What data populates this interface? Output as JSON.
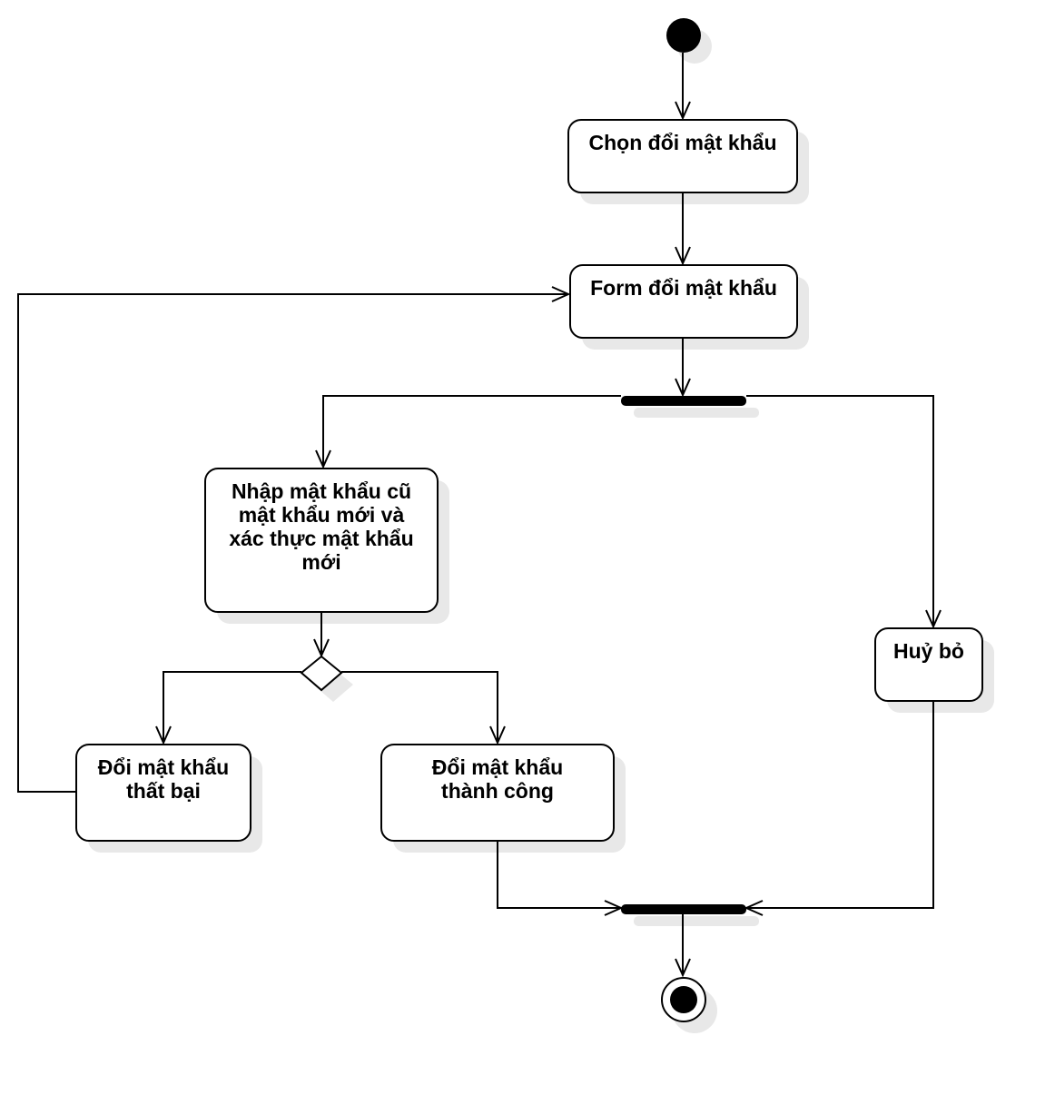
{
  "diagram": {
    "type": "uml-activity",
    "colors": {
      "stroke": "#000000",
      "fill": "#ffffff",
      "shadow": "#e8e8e8"
    },
    "nodes": {
      "chon_doi_mat_khau": "Chọn đổi mật khẩu",
      "form_doi_mat_khau": "Form đổi mật khẩu",
      "nhap_mat_khau": [
        "Nhập mật khẩu cũ",
        "mật khẩu mới và",
        "xác thực mật khẩu",
        "mới"
      ],
      "huy_bo": "Huỷ bỏ",
      "doi_that_bai": [
        "Đổi mật khẩu",
        "thất bại"
      ],
      "doi_thanh_cong": [
        "Đổi mật khẩu",
        "thành công"
      ]
    }
  }
}
